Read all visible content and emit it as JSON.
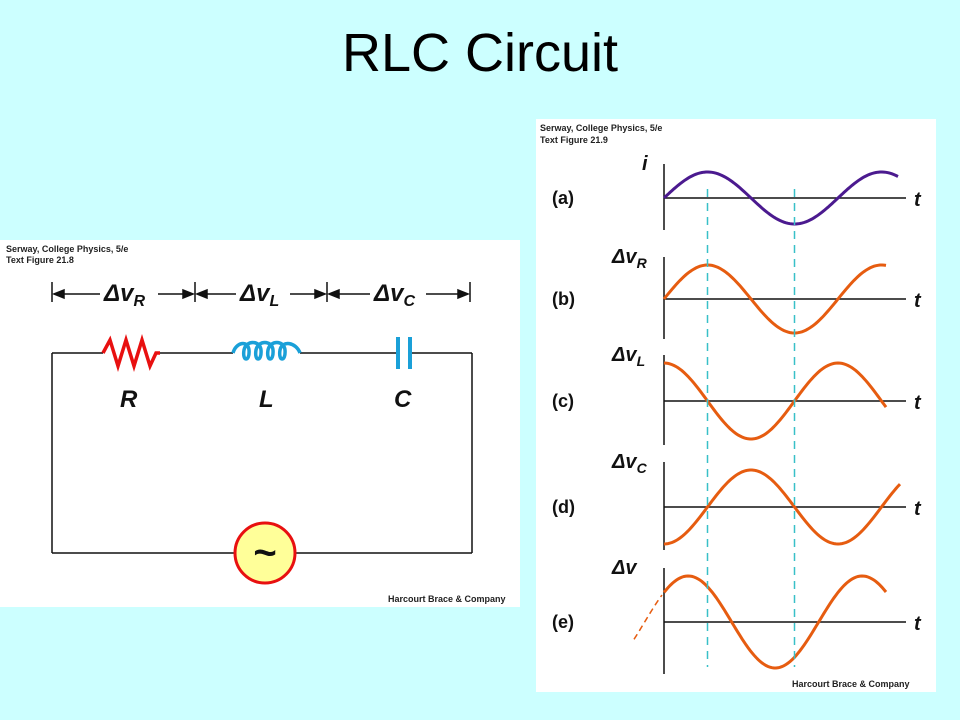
{
  "slide": {
    "title": "RLC Circuit"
  },
  "circuit": {
    "source_line1": "Serway, College Physics, 5/e",
    "source_line2": "Text Figure 21.8",
    "voltage_labels": {
      "r": "Δv",
      "r_sub": "R",
      "l": "Δv",
      "l_sub": "L",
      "c": "Δv",
      "c_sub": "C"
    },
    "component_labels": {
      "r": "R",
      "l": "L",
      "c": "C"
    },
    "source_symbol": "~",
    "credit": "Harcourt Brace & Company",
    "colors": {
      "resistor": "#e81010",
      "inductor": "#1aa0d8",
      "capacitor": "#1aa0d8",
      "source_fill": "#ffff99",
      "source_stroke": "#e81010"
    }
  },
  "waves": {
    "source_line1": "Serway, College Physics, 5/e",
    "source_line2": "Text Figure 21.9",
    "credit": "Harcourt Brace & Company",
    "time_label": "t",
    "colors": {
      "current": "#4b1a8f",
      "voltage": "#e65c10",
      "guide": "#38c0c8"
    },
    "rows": [
      {
        "tag": "(a)",
        "quantity": "i",
        "sub": "",
        "phase_deg": 0
      },
      {
        "tag": "(b)",
        "quantity": "Δv",
        "sub": "R",
        "phase_deg": 0
      },
      {
        "tag": "(c)",
        "quantity": "Δv",
        "sub": "L",
        "phase_deg": 90
      },
      {
        "tag": "(d)",
        "quantity": "Δv",
        "sub": "C",
        "phase_deg": -90
      },
      {
        "tag": "(e)",
        "quantity": "Δv",
        "sub": "",
        "phase_deg": 40
      }
    ]
  }
}
